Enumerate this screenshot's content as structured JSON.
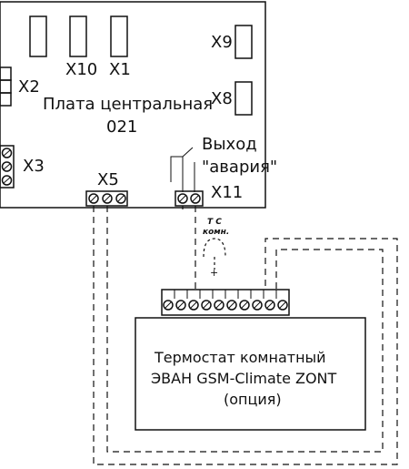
{
  "board": {
    "title_line1": "Плата центральная",
    "title_line2": "021"
  },
  "connectors": {
    "x1": "X1",
    "x2": "X2",
    "x3": "X3",
    "x5": "X5",
    "x8": "X8",
    "x9": "X9",
    "x10": "X10",
    "x11": "X11"
  },
  "output": {
    "line1": "Выход",
    "line2": "\"авария\""
  },
  "sensor": {
    "line1": "Т С",
    "line2": "комн.",
    "plus": "+"
  },
  "thermostat": {
    "line1": "Термостат комнатный",
    "line2": "ЭВАН GSM-Climate ZONT",
    "line3": "(опция)"
  }
}
